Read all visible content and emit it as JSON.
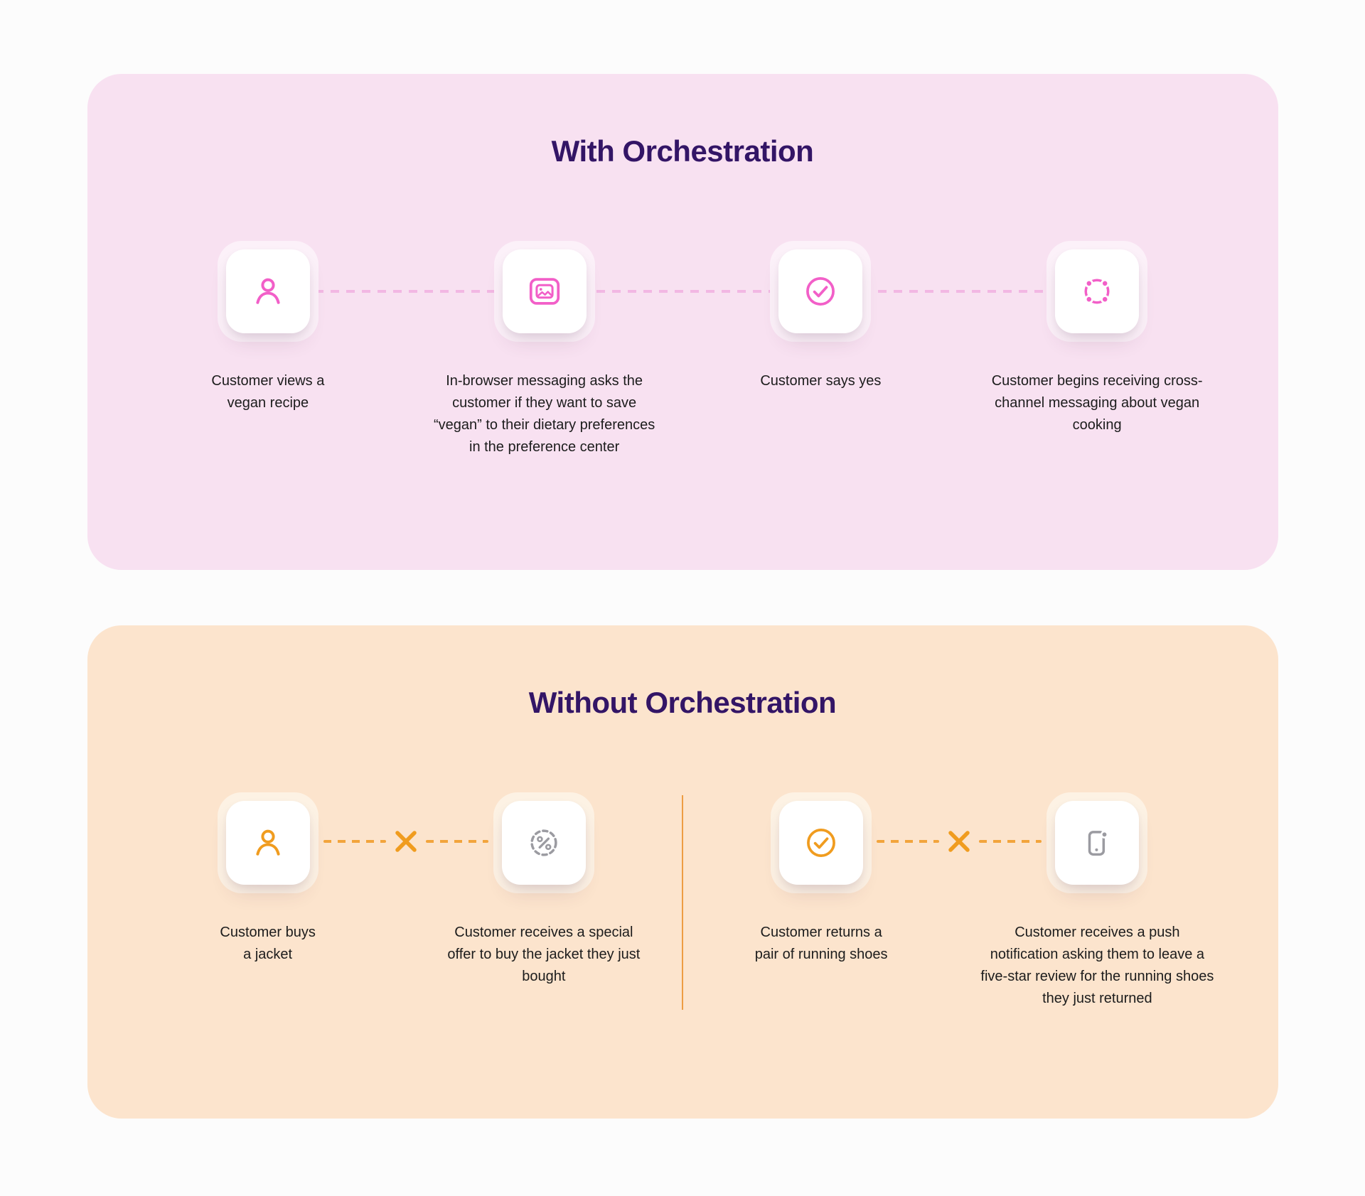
{
  "colors": {
    "page_bg": "#fcfcfc",
    "panel_pink": "#f8e1f1",
    "panel_peach": "#fce4cd",
    "title_purple": "#331566",
    "accent_pink": "#f25fc8",
    "pink_dash": "#f2b7e3",
    "accent_orange": "#f09c1f",
    "orange_dash": "#f2a43c",
    "icon_gray": "#9b9ba1",
    "text_dark": "#1c1c1c"
  },
  "with_orchestration": {
    "title": "With Orchestration",
    "steps": [
      {
        "icon": "user-icon",
        "label": "Customer views a vegan recipe"
      },
      {
        "icon": "browser-message-icon",
        "label": "In-browser messaging asks the customer if they want to save “vegan” to their dietary preferences in the preference center"
      },
      {
        "icon": "check-circle-icon",
        "label": "Customer says yes"
      },
      {
        "icon": "orchestration-network-icon",
        "label": "Customer begins receiving cross-channel messaging about vegan cooking"
      }
    ]
  },
  "without_orchestration": {
    "title": "Without Orchestration",
    "pairs": [
      {
        "from": {
          "icon": "user-icon",
          "label": "Customer buys a jacket"
        },
        "to": {
          "icon": "offer-badge-icon",
          "label": "Customer receives a special offer to buy the jacket they just bought"
        }
      },
      {
        "from": {
          "icon": "check-circle-icon",
          "label": "Customer returns a pair of running shoes"
        },
        "to": {
          "icon": "push-notification-icon",
          "label": "Customer receives a push notification asking them to leave a five-star review for the running shoes they just returned"
        }
      }
    ]
  }
}
